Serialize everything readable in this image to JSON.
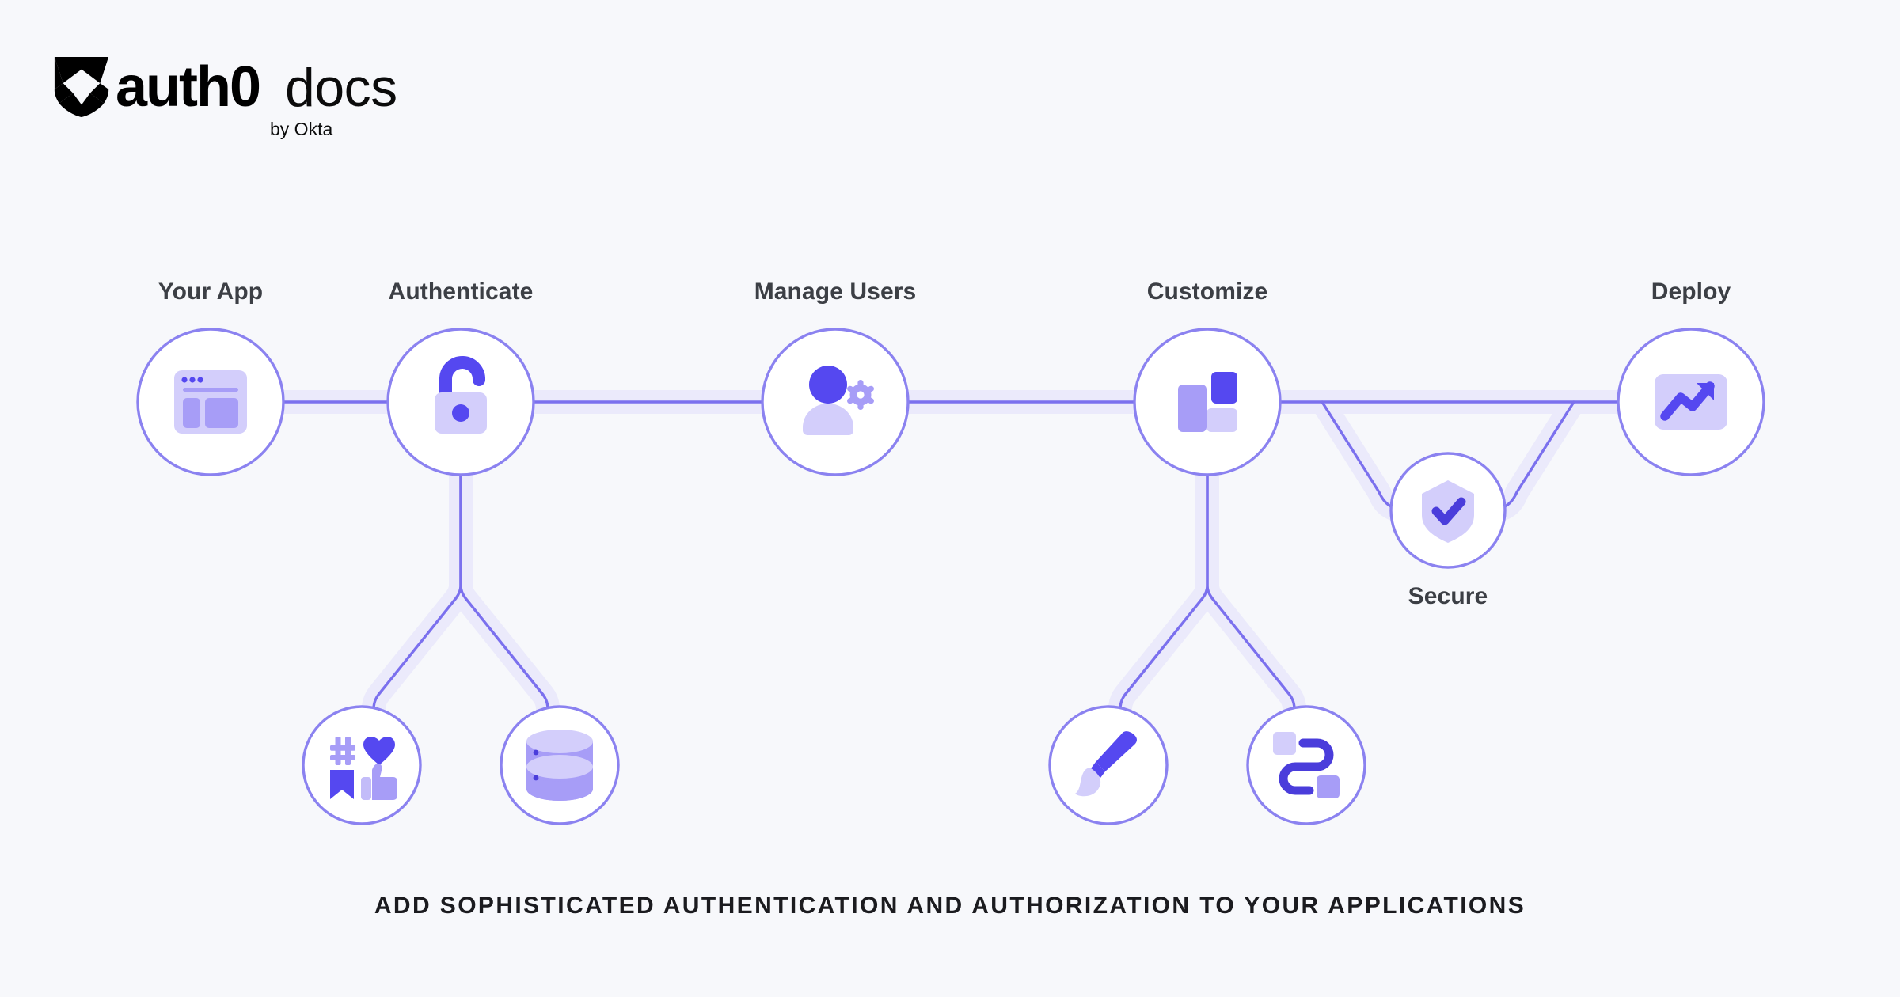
{
  "brand": {
    "logo_icon": "auth0-shield-star-logo",
    "wordmark": "auth0",
    "product": "docs",
    "byline": "by Okta"
  },
  "caption": "ADD SOPHISTICATED AUTHENTICATION AND AUTHORIZATION TO YOUR APPLICATIONS",
  "colors": {
    "background": "#f7f8fb",
    "circle_stroke": "#8b82f0",
    "circle_fill": "#ffffff",
    "connector_line": "#7b70ee",
    "connector_halo": "#ebeafb",
    "icon_dark": "#5548f0",
    "icon_mid": "#a79df7",
    "icon_light": "#d3cefb",
    "label_text": "#3c3f45",
    "caption_text": "#1b1b1f"
  },
  "diagram": {
    "type": "flow-diagram",
    "main_nodes": [
      {
        "id": "your-app",
        "label": "Your App",
        "icon": "browser-window-icon",
        "label_position": "above"
      },
      {
        "id": "authenticate",
        "label": "Authenticate",
        "icon": "unlock-icon",
        "label_position": "above"
      },
      {
        "id": "manage-users",
        "label": "Manage Users",
        "icon": "user-settings-icon",
        "label_position": "above"
      },
      {
        "id": "customize",
        "label": "Customize",
        "icon": "layout-blocks-icon",
        "label_position": "above"
      },
      {
        "id": "deploy",
        "label": "Deploy",
        "icon": "trending-up-icon",
        "label_position": "above"
      }
    ],
    "sub_nodes": [
      {
        "id": "social",
        "label": "",
        "icon": "social-connections-icon",
        "parent": "authenticate"
      },
      {
        "id": "database",
        "label": "",
        "icon": "database-icon",
        "parent": "authenticate"
      },
      {
        "id": "branding",
        "label": "",
        "icon": "paintbrush-icon",
        "parent": "customize"
      },
      {
        "id": "actions",
        "label": "",
        "icon": "actions-flow-icon",
        "parent": "customize"
      },
      {
        "id": "secure",
        "label": "Secure",
        "icon": "shield-check-icon",
        "parent": "customize-deploy",
        "label_position": "below"
      }
    ],
    "connections": [
      {
        "from": "your-app",
        "to": "authenticate",
        "style": "straight"
      },
      {
        "from": "authenticate",
        "to": "manage-users",
        "style": "straight"
      },
      {
        "from": "manage-users",
        "to": "customize",
        "style": "straight"
      },
      {
        "from": "customize",
        "to": "deploy",
        "style": "straight"
      },
      {
        "from": "authenticate",
        "to": "social",
        "style": "branch"
      },
      {
        "from": "authenticate",
        "to": "database",
        "style": "branch"
      },
      {
        "from": "customize",
        "to": "branding",
        "style": "branch"
      },
      {
        "from": "customize",
        "to": "actions",
        "style": "branch"
      },
      {
        "from": "customize",
        "to": "secure",
        "style": "detour"
      },
      {
        "from": "secure",
        "to": "deploy",
        "style": "detour"
      }
    ]
  }
}
